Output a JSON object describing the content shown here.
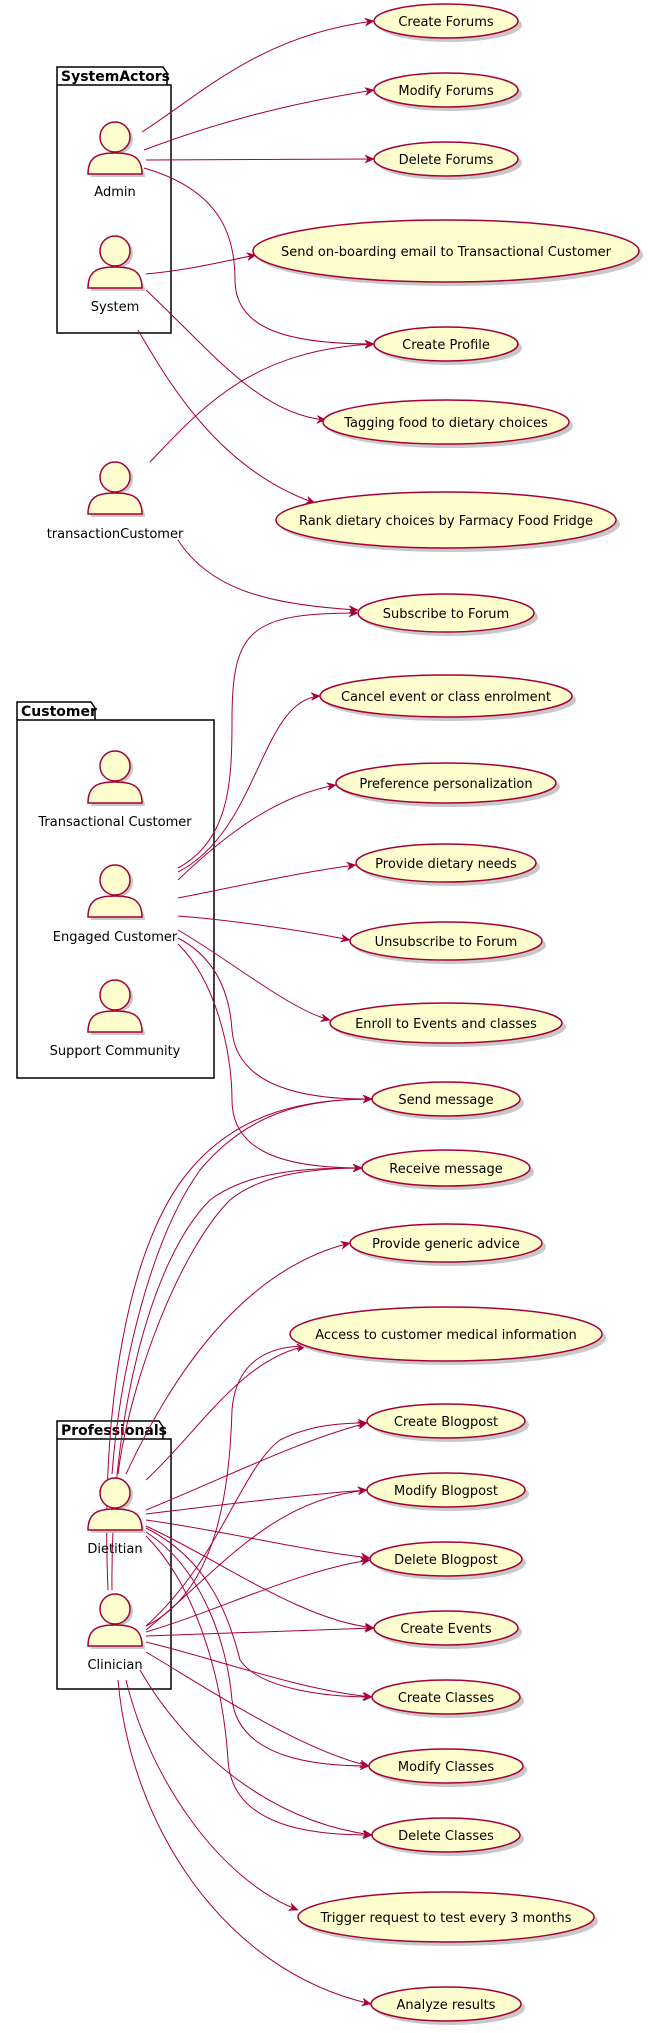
{
  "packages": [
    {
      "id": "systemactors",
      "title": "SystemActors"
    },
    {
      "id": "customer",
      "title": "Customer"
    },
    {
      "id": "professionals",
      "title": "Professionals"
    }
  ],
  "actors": [
    {
      "id": "admin",
      "label": "Admin"
    },
    {
      "id": "system",
      "label": "System"
    },
    {
      "id": "transaction",
      "label": "transactionCustomer"
    },
    {
      "id": "transactional",
      "label": "Transactional Customer"
    },
    {
      "id": "engaged",
      "label": "Engaged Customer"
    },
    {
      "id": "support",
      "label": "Support Community"
    },
    {
      "id": "dietitian",
      "label": "Dietitian"
    },
    {
      "id": "clinician",
      "label": "Clinician"
    }
  ],
  "usecases": [
    {
      "id": "create-forums",
      "label": "Create Forums"
    },
    {
      "id": "modify-forums",
      "label": "Modify Forums"
    },
    {
      "id": "delete-forums",
      "label": "Delete Forums"
    },
    {
      "id": "onboarding-email",
      "label": "Send on-boarding email to Transactional Customer"
    },
    {
      "id": "create-profile",
      "label": "Create Profile"
    },
    {
      "id": "tagging-food",
      "label": "Tagging food to dietary choices"
    },
    {
      "id": "rank-dietary",
      "label": "Rank dietary choices by Farmacy Food Fridge"
    },
    {
      "id": "subscribe-forum",
      "label": "Subscribe to Forum"
    },
    {
      "id": "cancel-event",
      "label": "Cancel event or class enrolment"
    },
    {
      "id": "preference",
      "label": "Preference personalization"
    },
    {
      "id": "dietary-needs",
      "label": "Provide dietary needs"
    },
    {
      "id": "unsubscribe-forum",
      "label": "Unsubscribe to Forum"
    },
    {
      "id": "enroll-events",
      "label": "Enroll to Events and classes"
    },
    {
      "id": "send-message",
      "label": "Send message"
    },
    {
      "id": "receive-message",
      "label": "Receive message"
    },
    {
      "id": "generic-advice",
      "label": "Provide generic advice"
    },
    {
      "id": "medical-info",
      "label": "Access to customer medical information"
    },
    {
      "id": "create-blogpost",
      "label": "Create Blogpost"
    },
    {
      "id": "modify-blogpost",
      "label": "Modify Blogpost"
    },
    {
      "id": "delete-blogpost",
      "label": "Delete Blogpost"
    },
    {
      "id": "create-events",
      "label": "Create Events"
    },
    {
      "id": "create-classes",
      "label": "Create Classes"
    },
    {
      "id": "modify-classes",
      "label": "Modify Classes"
    },
    {
      "id": "delete-classes",
      "label": "Delete Classes"
    },
    {
      "id": "trigger-request",
      "label": "Trigger request to test every 3 months"
    },
    {
      "id": "analyze-results",
      "label": "Analyze results"
    }
  ],
  "edges": [
    {
      "from": "admin",
      "to": "create-forums"
    },
    {
      "from": "admin",
      "to": "modify-forums"
    },
    {
      "from": "admin",
      "to": "delete-forums"
    },
    {
      "from": "admin",
      "to": "create-profile"
    },
    {
      "from": "system",
      "to": "onboarding-email"
    },
    {
      "from": "system",
      "to": "tagging-food"
    },
    {
      "from": "system",
      "to": "rank-dietary"
    },
    {
      "from": "transaction",
      "to": "create-profile"
    },
    {
      "from": "transaction",
      "to": "subscribe-forum"
    },
    {
      "from": "engaged",
      "to": "subscribe-forum"
    },
    {
      "from": "engaged",
      "to": "cancel-event"
    },
    {
      "from": "engaged",
      "to": "preference"
    },
    {
      "from": "engaged",
      "to": "dietary-needs"
    },
    {
      "from": "engaged",
      "to": "unsubscribe-forum"
    },
    {
      "from": "engaged",
      "to": "enroll-events"
    },
    {
      "from": "engaged",
      "to": "send-message"
    },
    {
      "from": "engaged",
      "to": "receive-message"
    },
    {
      "from": "dietitian",
      "to": "send-message"
    },
    {
      "from": "dietitian",
      "to": "receive-message"
    },
    {
      "from": "dietitian",
      "to": "generic-advice"
    },
    {
      "from": "dietitian",
      "to": "medical-info"
    },
    {
      "from": "dietitian",
      "to": "create-blogpost"
    },
    {
      "from": "dietitian",
      "to": "modify-blogpost"
    },
    {
      "from": "dietitian",
      "to": "delete-blogpost"
    },
    {
      "from": "dietitian",
      "to": "create-events"
    },
    {
      "from": "dietitian",
      "to": "create-classes"
    },
    {
      "from": "dietitian",
      "to": "modify-classes"
    },
    {
      "from": "dietitian",
      "to": "delete-classes"
    },
    {
      "from": "clinician",
      "to": "send-message"
    },
    {
      "from": "clinician",
      "to": "receive-message"
    },
    {
      "from": "clinician",
      "to": "medical-info"
    },
    {
      "from": "clinician",
      "to": "create-blogpost"
    },
    {
      "from": "clinician",
      "to": "modify-blogpost"
    },
    {
      "from": "clinician",
      "to": "delete-blogpost"
    },
    {
      "from": "clinician",
      "to": "create-events"
    },
    {
      "from": "clinician",
      "to": "create-classes"
    },
    {
      "from": "clinician",
      "to": "modify-classes"
    },
    {
      "from": "clinician",
      "to": "delete-classes"
    },
    {
      "from": "clinician",
      "to": "trigger-request"
    },
    {
      "from": "clinician",
      "to": "analyze-results"
    }
  ],
  "colors": {
    "actor_fill": "#FEFECE",
    "usecase_fill": "#FEFECE",
    "stroke": "#A80036",
    "package_border": "#000000",
    "shadow": "#C8C8C8",
    "background": "#FFFFFF"
  }
}
